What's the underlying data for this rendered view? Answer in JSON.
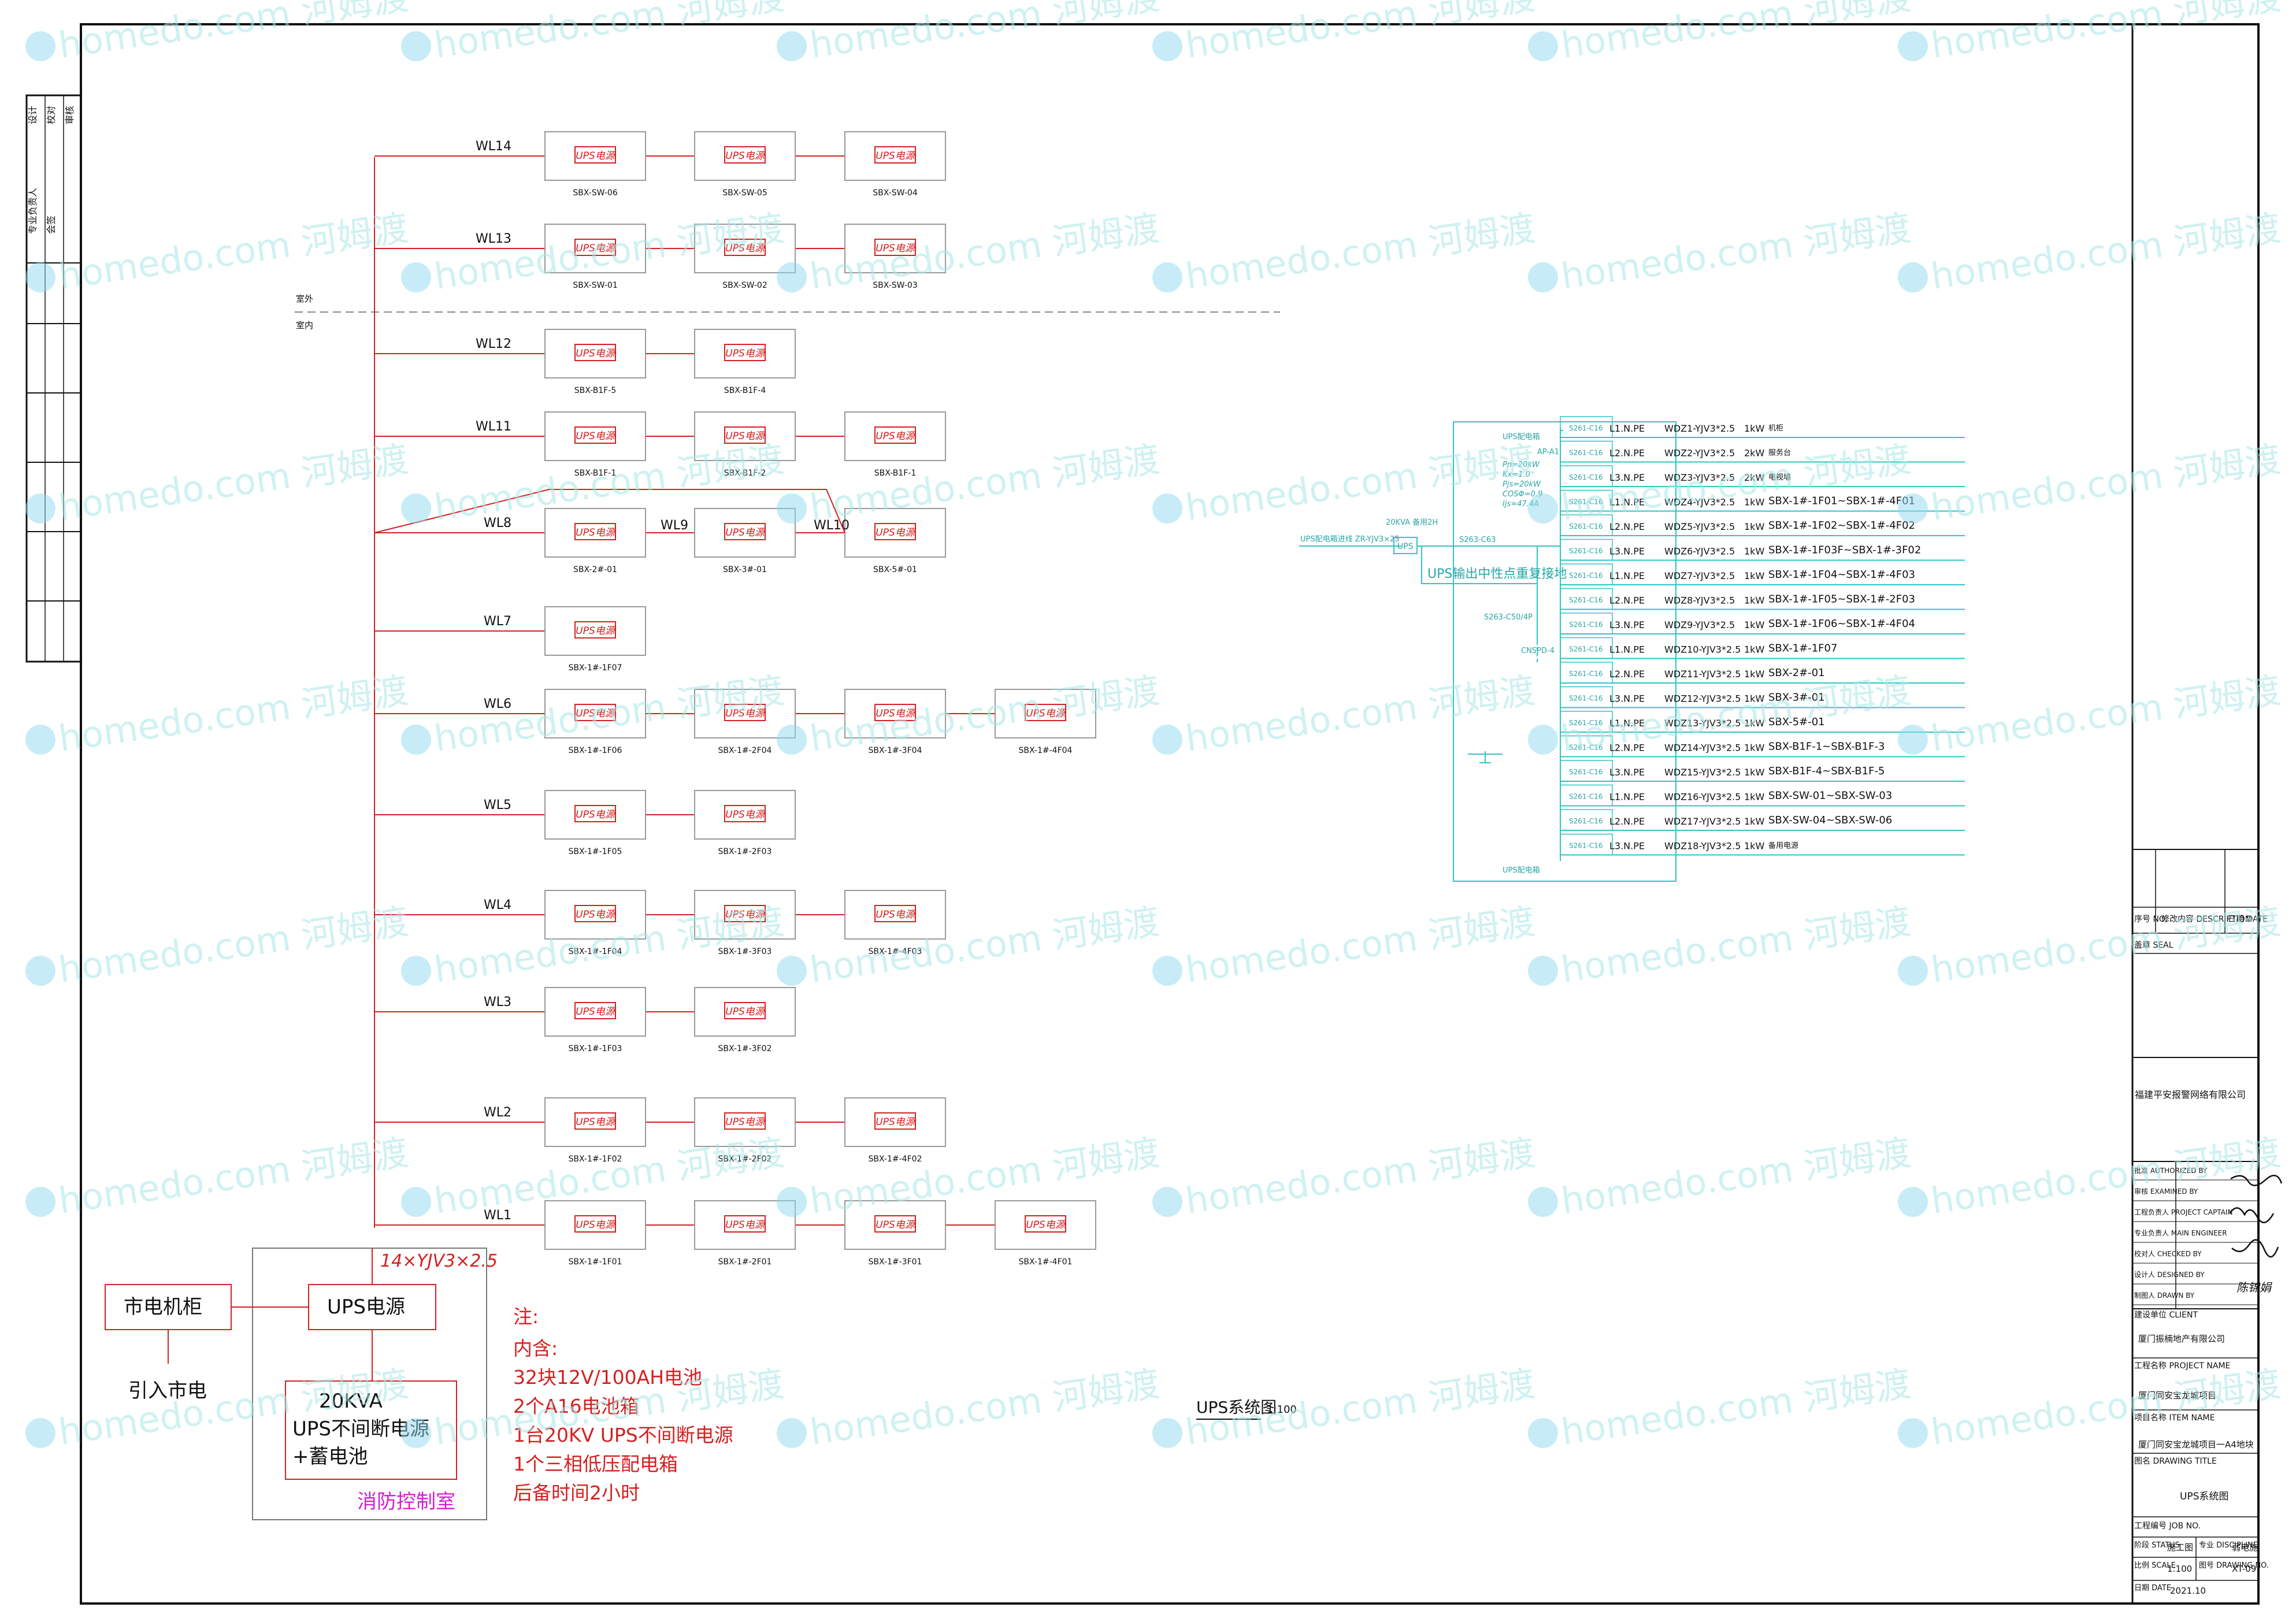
{
  "outdoor_label": "室外",
  "indoor_label": "室内",
  "panel_title": "UPS电源",
  "circuits": [
    {
      "wl": "WL14",
      "boxes": [
        "SBX-SW-06",
        "SBX-SW-05",
        "SBX-SW-04"
      ]
    },
    {
      "wl": "WL13",
      "boxes": [
        "SBX-SW-01",
        "SBX-SW-02",
        "SBX-SW-03"
      ]
    },
    {
      "wl": "WL12",
      "boxes": [
        "SBX-B1F-5",
        "SBX-B1F-4"
      ]
    },
    {
      "wl": "WL11",
      "boxes": [
        "SBX-B1F-1",
        "SBX-B1F-2",
        "SBX-B1F-1"
      ]
    },
    {
      "wl": "WL8",
      "wl_mid": "WL9",
      "wl_right": "WL10",
      "boxes": [
        "SBX-2#-01",
        "SBX-3#-01",
        "SBX-5#-01"
      ]
    },
    {
      "wl": "WL7",
      "boxes": [
        "SBX-1#-1F07"
      ]
    },
    {
      "wl": "WL6",
      "boxes": [
        "SBX-1#-1F06",
        "SBX-1#-2F04",
        "SBX-1#-3F04",
        "SBX-1#-4F04"
      ]
    },
    {
      "wl": "WL5",
      "boxes": [
        "SBX-1#-1F05",
        "SBX-1#-2F03"
      ]
    },
    {
      "wl": "WL4",
      "boxes": [
        "SBX-1#-1F04",
        "SBX-1#-3F03",
        "SBX-1#-4F03"
      ]
    },
    {
      "wl": "WL3",
      "boxes": [
        "SBX-1#-1F03",
        "SBX-1#-3F02"
      ]
    },
    {
      "wl": "WL2",
      "boxes": [
        "SBX-1#-1F02",
        "SBX-1#-2F02",
        "SBX-1#-4F02"
      ]
    },
    {
      "wl": "WL1",
      "boxes": [
        "SBX-1#-1F01",
        "SBX-1#-2F01",
        "SBX-1#-3F01",
        "SBX-1#-4F01"
      ]
    }
  ],
  "control_room": {
    "cable_label": "14×YJV3×2.5",
    "mains_cabinet": "市电机柜",
    "ups_power": "UPS电源",
    "mains_in": "引入市电",
    "ups_line1": "20KVA",
    "ups_line2": "UPS不间断电源",
    "ups_line3": "+蓄电池",
    "room_name": "消防控制室"
  },
  "notes": [
    "注:",
    "内含:",
    "32块12V/100AH电池",
    "2个A16电池箱",
    "1台20KV UPS不间断电源",
    "1个三相低压配电箱",
    "后备时间2小时"
  ],
  "system_diagram": {
    "title": "UPS系统图",
    "scale": "1:100",
    "panel_name": "UPS配电箱",
    "panel_code": "AP-A1",
    "params": [
      "Pn=20kW",
      "Kx=1.0",
      "Pjs=20kW",
      "COSΦ=0.9",
      "Ijs=47.4A"
    ],
    "incoming": "UPS配电箱进线 ZR-YJV3×25",
    "ups_rating": "20KVA 备用2H",
    "ups_box": "UPS",
    "main_breaker": "S263-C63",
    "output_label": "UPS输出中性点重复接地",
    "spd_breaker": "S263-C50/4P",
    "spd": "CNSPD-4",
    "bottom_label": "UPS配电箱",
    "breaker": "S261-C16",
    "rows": [
      {
        "phase": "L1.N.PE",
        "circuit": "WDZ1-YJV3*2.5",
        "power": "1kW",
        "load": "机柜"
      },
      {
        "phase": "L2.N.PE",
        "circuit": "WDZ2-YJV3*2.5",
        "power": "2kW",
        "load": "服务台"
      },
      {
        "phase": "L3.N.PE",
        "circuit": "WDZ3-YJV3*2.5",
        "power": "2kW",
        "load": "电视墙"
      },
      {
        "phase": "L1.N.PE",
        "circuit": "WDZ4-YJV3*2.5",
        "power": "1kW",
        "load": "SBX-1#-1F01~SBX-1#-4F01"
      },
      {
        "phase": "L2.N.PE",
        "circuit": "WDZ5-YJV3*2.5",
        "power": "1kW",
        "load": "SBX-1#-1F02~SBX-1#-4F02"
      },
      {
        "phase": "L3.N.PE",
        "circuit": "WDZ6-YJV3*2.5",
        "power": "1kW",
        "load": "SBX-1#-1F03F~SBX-1#-3F02"
      },
      {
        "phase": "L1.N.PE",
        "circuit": "WDZ7-YJV3*2.5",
        "power": "1kW",
        "load": "SBX-1#-1F04~SBX-1#-4F03"
      },
      {
        "phase": "L2.N.PE",
        "circuit": "WDZ8-YJV3*2.5",
        "power": "1kW",
        "load": "SBX-1#-1F05~SBX-1#-2F03"
      },
      {
        "phase": "L3.N.PE",
        "circuit": "WDZ9-YJV3*2.5",
        "power": "1kW",
        "load": "SBX-1#-1F06~SBX-1#-4F04"
      },
      {
        "phase": "L1.N.PE",
        "circuit": "WDZ10-YJV3*2.5",
        "power": "1kW",
        "load": "SBX-1#-1F07"
      },
      {
        "phase": "L2.N.PE",
        "circuit": "WDZ11-YJV3*2.5",
        "power": "1kW",
        "load": "SBX-2#-01"
      },
      {
        "phase": "L3.N.PE",
        "circuit": "WDZ12-YJV3*2.5",
        "power": "1kW",
        "load": "SBX-3#-01"
      },
      {
        "phase": "L1.N.PE",
        "circuit": "WDZ13-YJV3*2.5",
        "power": "1kW",
        "load": "SBX-5#-01"
      },
      {
        "phase": "L2.N.PE",
        "circuit": "WDZ14-YJV3*2.5",
        "power": "1kW",
        "load": "SBX-B1F-1~SBX-B1F-3"
      },
      {
        "phase": "L3.N.PE",
        "circuit": "WDZ15-YJV3*2.5",
        "power": "1kW",
        "load": "SBX-B1F-4~SBX-B1F-5"
      },
      {
        "phase": "L1.N.PE",
        "circuit": "WDZ16-YJV3*2.5",
        "power": "1kW",
        "load": "SBX-SW-01~SBX-SW-03"
      },
      {
        "phase": "L2.N.PE",
        "circuit": "WDZ17-YJV3*2.5",
        "power": "1kW",
        "load": "SBX-SW-04~SBX-SW-06"
      },
      {
        "phase": "L3.N.PE",
        "circuit": "WDZ18-YJV3*2.5",
        "power": "1kW",
        "load": "备用电源"
      }
    ]
  },
  "left_strip": [
    "设计",
    "校对",
    "审核",
    "专业负责人",
    "会签"
  ],
  "title_block": {
    "revision_headers": [
      "序号 NO.",
      "修改内容 DESCRIPTION",
      "日期 DATE"
    ],
    "seal_label": "盖章 SEAL",
    "company": "福建平安报警网络有限公司",
    "signers": [
      "批准 AUTHORIZED BY",
      "审核 EXAMINED BY",
      "工程负责人 PROJECT CAPTAIN",
      "专业负责人 MAIN ENGINEER",
      "校对人 CHECKED BY",
      "设计人 DESIGNED BY",
      "制图人 DRAWN BY"
    ],
    "signature_text": "陈锦娟",
    "client_label": "建设单位 CLIENT",
    "client": "厦门振楠地产有限公司",
    "project_label": "工程名称 PROJECT NAME",
    "project": "厦门同安宝龙城项目",
    "item_label": "项目名称 ITEM NAME",
    "item": "厦门同安宝龙城项目一A4地块",
    "drawing_title_label": "图名 DRAWING TITLE",
    "drawing_title": "UPS系统图",
    "job_no_label": "工程编号 JOB NO.",
    "status_label": "阶段 STATUS",
    "status": "施工图",
    "discipline_label": "专业 DISCIPLINE",
    "discipline": "弱电施",
    "scale_label": "比例 SCALE",
    "scale": "1:100",
    "drawing_no_label": "图号 DRAWING NO.",
    "drawing_no": "XT-09",
    "date_label": "日期 DATE",
    "date": "2021.10"
  },
  "watermark": "homedo.com 河姆渡",
  "box_label": "UPS电源"
}
